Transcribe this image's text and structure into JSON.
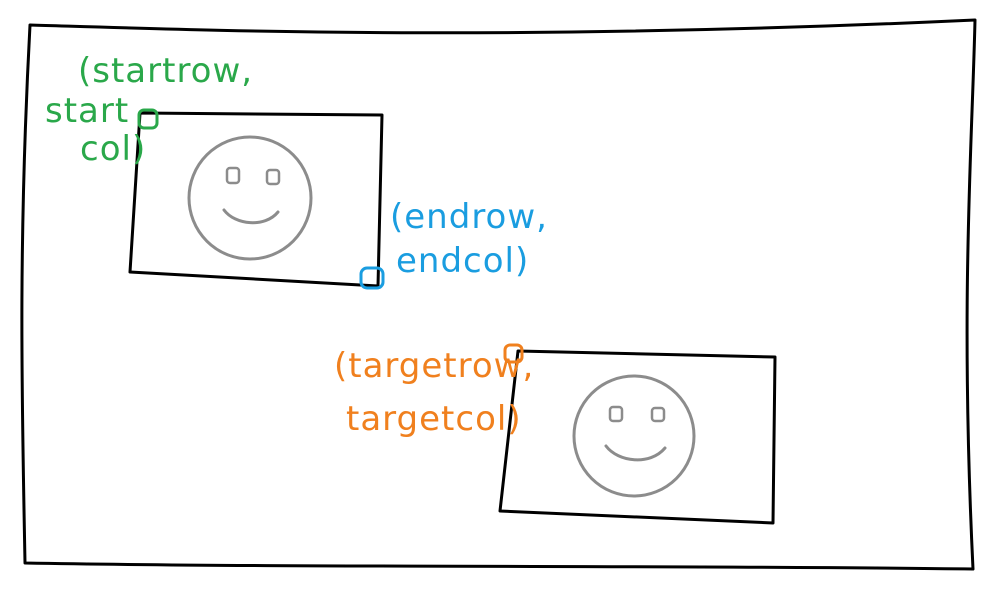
{
  "colors": {
    "frame": "#000000",
    "rect": "#000000",
    "face": "#8c8c8c",
    "start": "#2aa84a",
    "end": "#1a9de0",
    "target": "#f0801e"
  },
  "icons": {
    "face": "smiley-face-icon",
    "marker": "corner-marker-icon"
  },
  "labels": {
    "start_line1": "(startrow,",
    "start_line2": "start",
    "start_line3": "col)",
    "end_line1": "(endrow,",
    "end_line2": "endcol)",
    "target_line1": "(targetrow,",
    "target_line2": "targetcol)"
  }
}
